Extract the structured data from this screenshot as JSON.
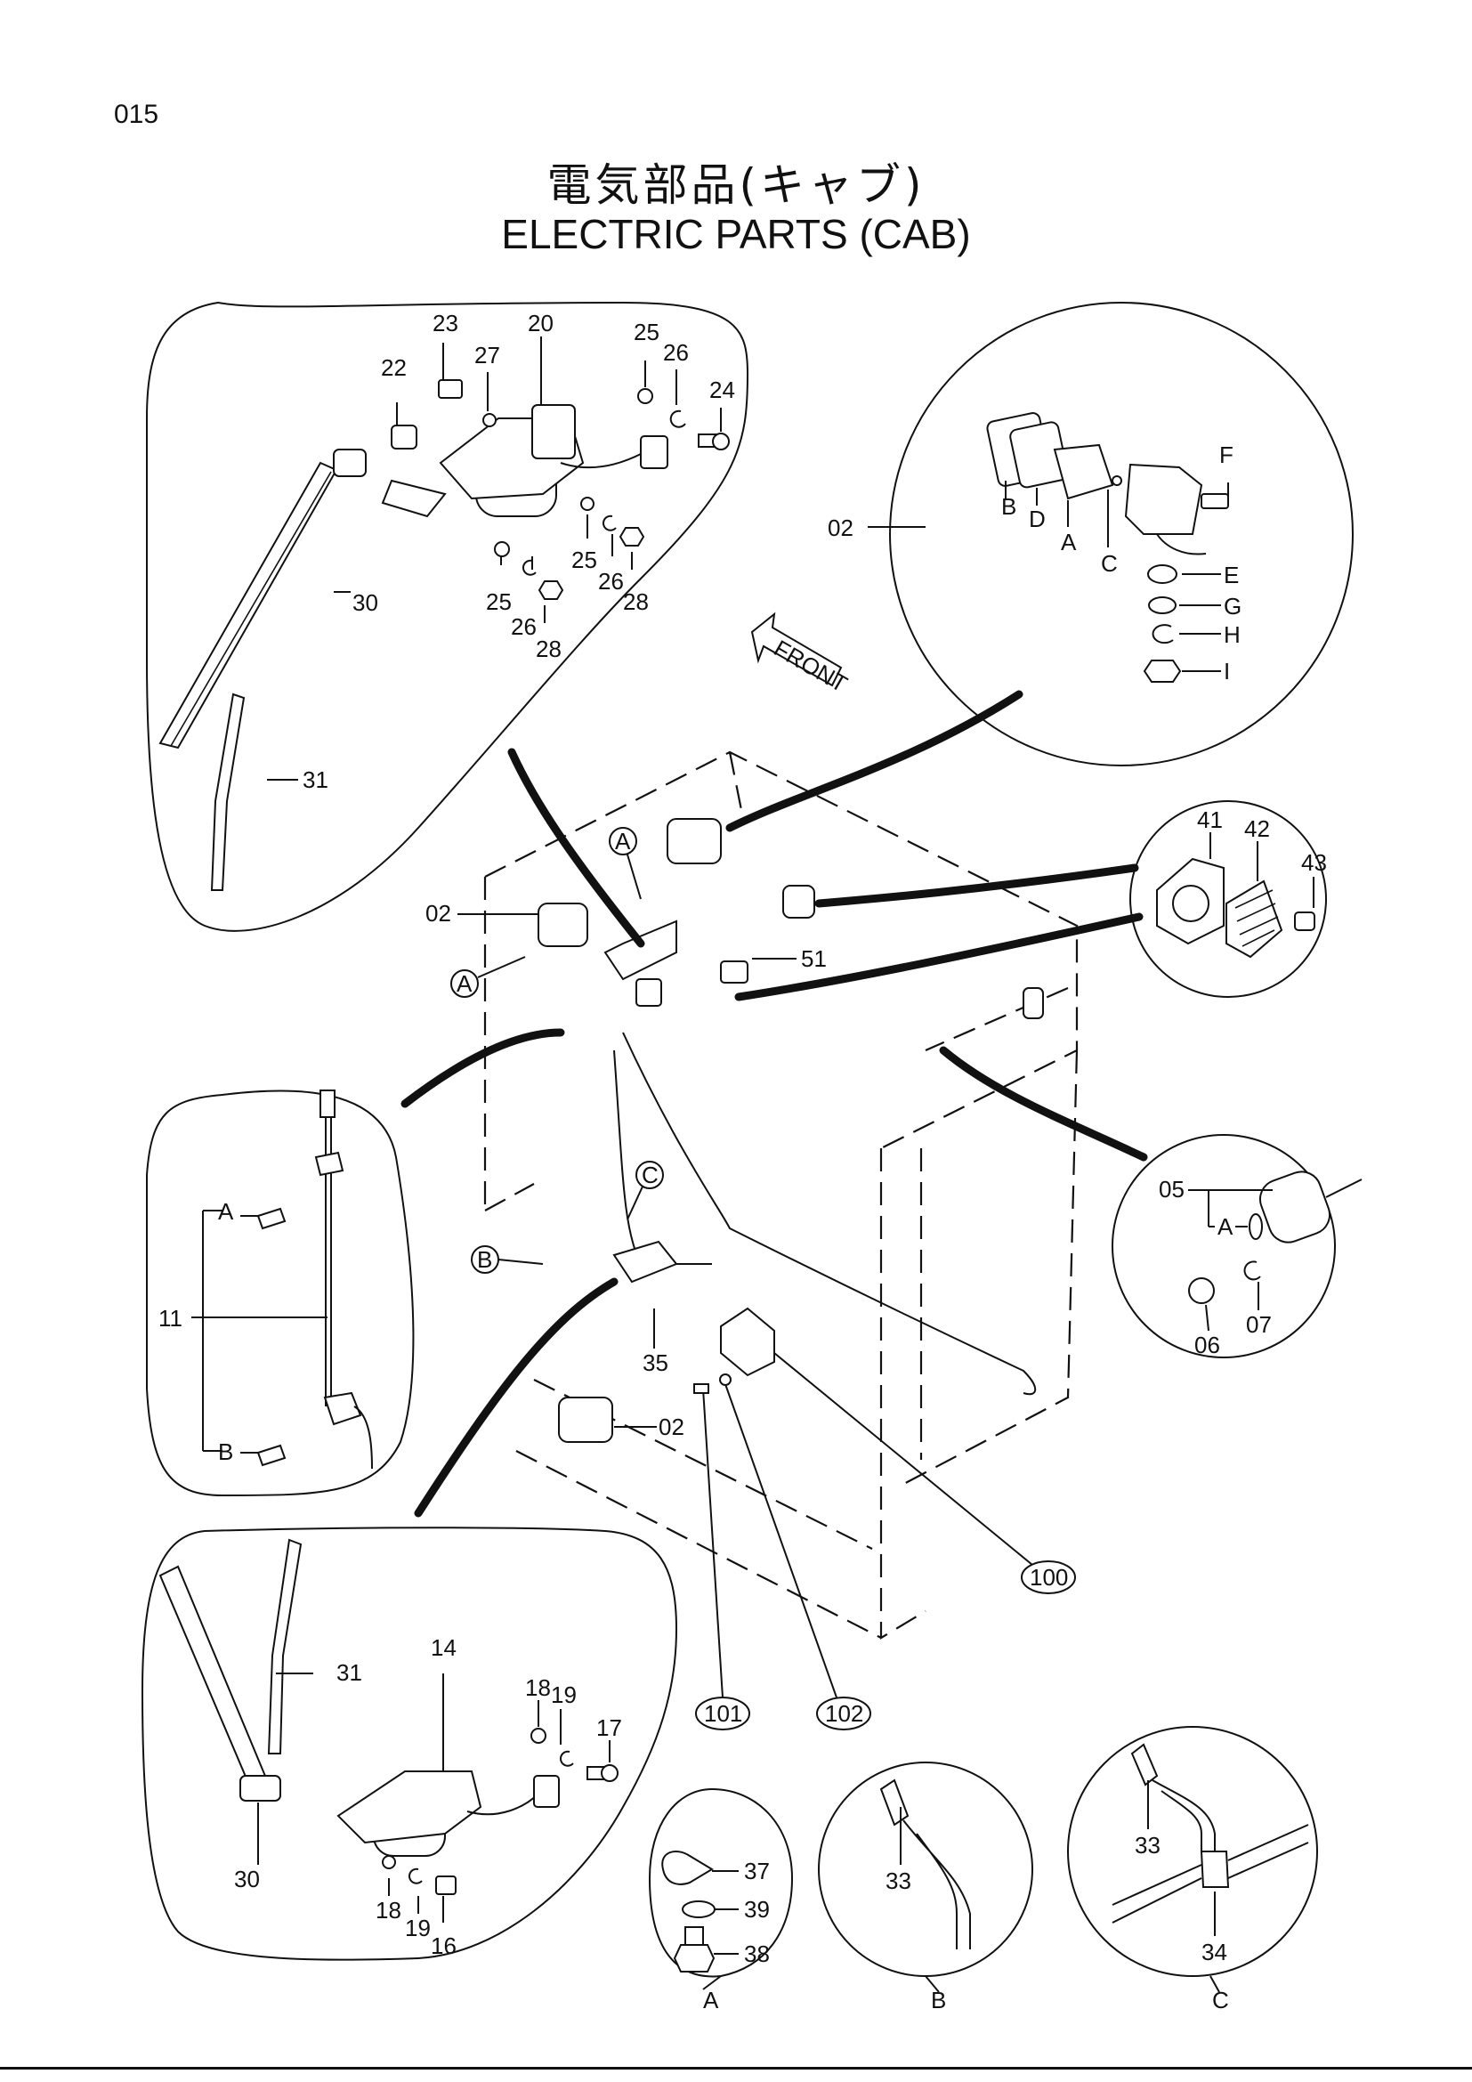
{
  "page": {
    "number": "015"
  },
  "title": {
    "jp": "電気部品(キャブ)",
    "en": "ELECTRIC PARTS (CAB)"
  },
  "arrow": {
    "text": "FRONT"
  },
  "callouts": {
    "n23": "23",
    "n27": "27",
    "n20": "20",
    "n25a": "25",
    "n26a": "26",
    "n24": "24",
    "n22": "22",
    "n30a": "30",
    "n25b": "25",
    "n26b": "26",
    "n28b": "28",
    "n25c": "25",
    "n26c": "26",
    "n28c": "28",
    "n31a": "31",
    "n02a": "02",
    "lB": "B",
    "lD": "D",
    "lA": "A",
    "lC": "C",
    "lF": "F",
    "lE": "E",
    "lG": "G",
    "lH": "H",
    "lI": "I",
    "n41": "41",
    "n42": "42",
    "n43": "43",
    "n02b": "02",
    "cA1": "A",
    "cA2": "A",
    "n51": "51",
    "lA2": "A",
    "lB2": "B",
    "n11": "11",
    "cC": "C",
    "cB": "B",
    "n35": "35",
    "n02c": "02",
    "n05": "05",
    "lA3": "A",
    "n06": "06",
    "n07": "07",
    "n100": "100",
    "n101": "101",
    "n102": "102",
    "n31b": "31",
    "n14": "14",
    "n18a": "18",
    "n19a": "19",
    "n17": "17",
    "n30b": "30",
    "n18b": "18",
    "n19b": "19",
    "n16": "16",
    "n37": "37",
    "n39": "39",
    "n38": "38",
    "dA": "A",
    "n33a": "33",
    "dB": "B",
    "n33b": "33",
    "n34": "34",
    "dC": "C"
  }
}
